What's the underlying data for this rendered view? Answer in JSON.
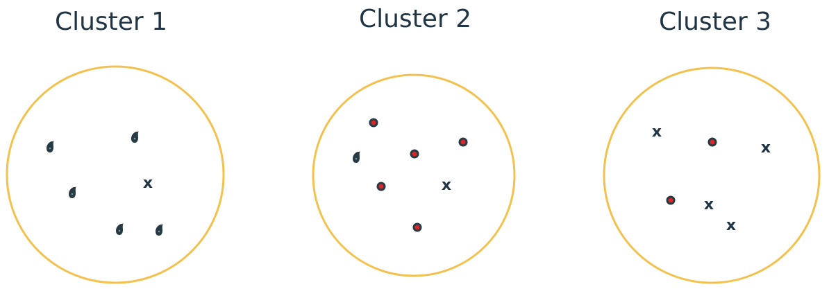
{
  "colors": {
    "circle_stroke": "#f2c14e",
    "text": "#1f3444",
    "marker_dark": "#263a44",
    "marker_red": "#d8262a"
  },
  "clusters": [
    {
      "title": "Cluster 1",
      "items": [
        {
          "type": "drop"
        },
        {
          "type": "drop"
        },
        {
          "type": "drop"
        },
        {
          "type": "x",
          "label": "x"
        },
        {
          "type": "drop"
        },
        {
          "type": "drop"
        }
      ]
    },
    {
      "title": "Cluster 2",
      "items": [
        {
          "type": "dot"
        },
        {
          "type": "dot"
        },
        {
          "type": "dot"
        },
        {
          "type": "drop"
        },
        {
          "type": "dot"
        },
        {
          "type": "x",
          "label": "x"
        },
        {
          "type": "dot"
        }
      ]
    },
    {
      "title": "Cluster 3",
      "items": [
        {
          "type": "x",
          "label": "x"
        },
        {
          "type": "dot"
        },
        {
          "type": "x",
          "label": "x"
        },
        {
          "type": "dot"
        },
        {
          "type": "x",
          "label": "x"
        },
        {
          "type": "x",
          "label": "x"
        }
      ]
    }
  ]
}
